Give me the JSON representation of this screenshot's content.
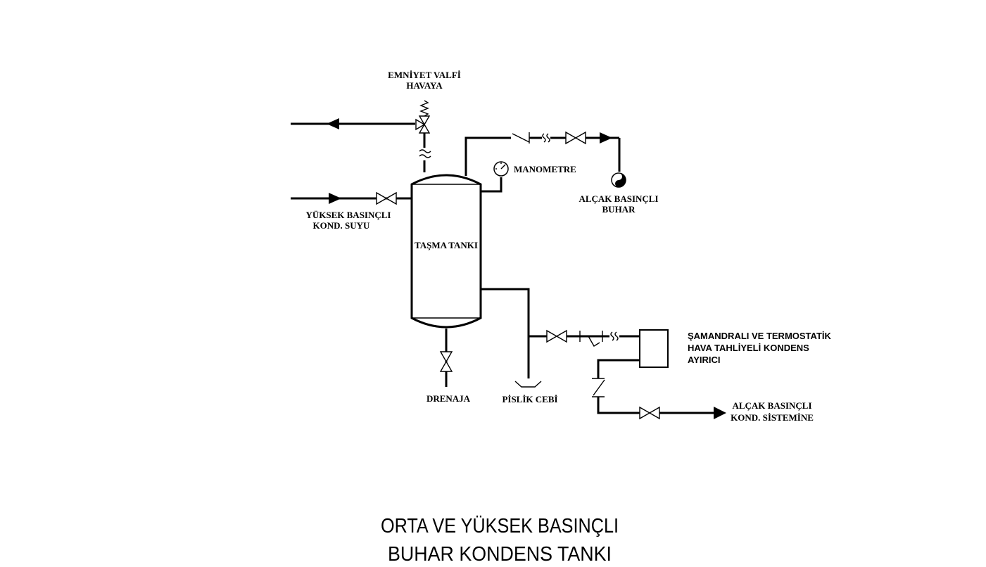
{
  "labels": {
    "safety_valve_line1": "EMNİYET VALFİ",
    "safety_valve_line2": "HAVAYA",
    "manometer": "MANOMETRE",
    "low_pressure_steam_line1": "ALÇAK BASINÇLI",
    "low_pressure_steam_line2": "BUHAR",
    "high_pressure_condensate_line1": "YÜKSEK BASINÇLI",
    "high_pressure_condensate_line2": "KOND. SUYU",
    "tank": "TAŞMA TANKI",
    "drain": "DRENAJA",
    "dirt_pocket": "PİSLİK CEBİ",
    "trap_line1": "ŞAMANDRALI VE TERMOSTATİK",
    "trap_line2": "HAVA TAHLİYELİ KONDENS",
    "trap_line3": "AYIRICI",
    "low_pressure_condensate_line1": "ALÇAK BASINÇLI",
    "low_pressure_condensate_line2": "KOND. SİSTEMİNE"
  },
  "title": {
    "line1": "ORTA VE YÜKSEK BASINÇLI",
    "line2": "BUHAR KONDENS TANKI"
  }
}
